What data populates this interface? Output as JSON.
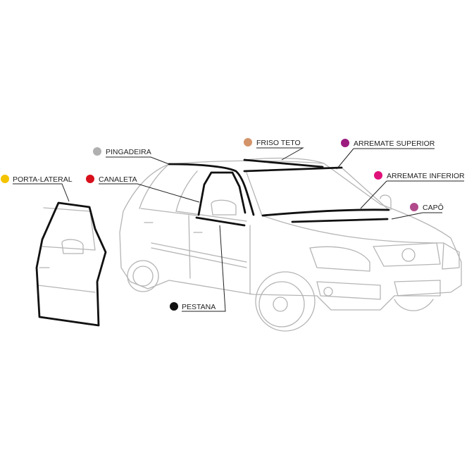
{
  "title": "Car weatherstrip diagram",
  "labels": [
    {
      "id": "porta-lateral",
      "text": "PORTA-LATERAL",
      "color": "#f5c400"
    },
    {
      "id": "canaleta",
      "text": "CANALETA",
      "color": "#d8101c"
    },
    {
      "id": "pingadeira",
      "text": "PINGADEIRA",
      "color": "#b0b0b0"
    },
    {
      "id": "friso-teto",
      "text": "FRISO TETO",
      "color": "#d4946a"
    },
    {
      "id": "arremate-superior",
      "text": "ARREMATE SUPERIOR",
      "color": "#9b1b7e"
    },
    {
      "id": "arremate-inferior",
      "text": "ARREMATE INFERIOR",
      "color": "#e0107a"
    },
    {
      "id": "capo",
      "text": "CAPÔ",
      "color": "#b04a8a"
    },
    {
      "id": "pestana",
      "text": "PESTANA",
      "color": "#111111"
    }
  ]
}
